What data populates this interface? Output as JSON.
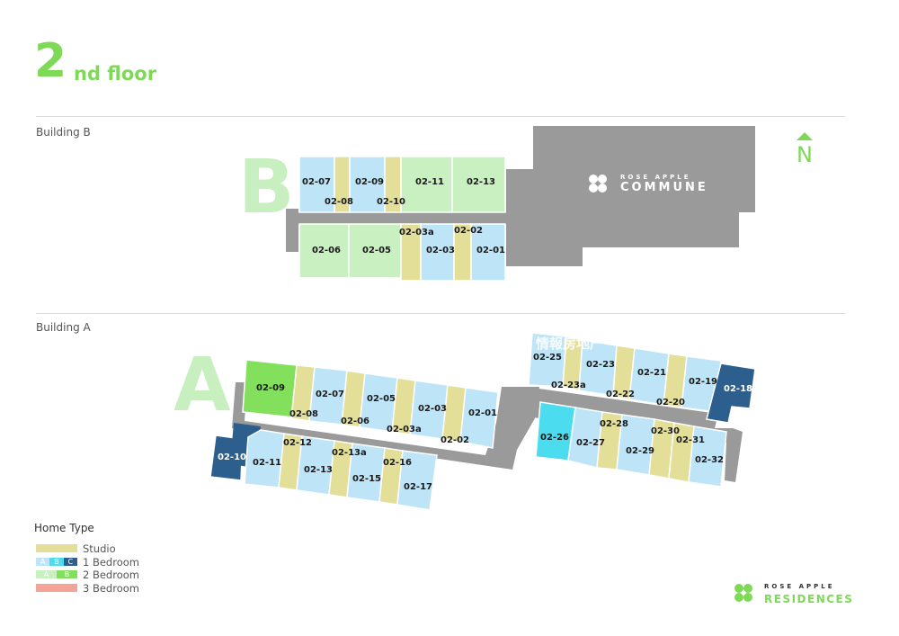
{
  "title": {
    "number": "2",
    "suffix": "nd floor"
  },
  "compass": "N",
  "building_b": {
    "label": "Building B",
    "letter": "B"
  },
  "building_a": {
    "label": "Building A",
    "letter": "A"
  },
  "commune": {
    "brand_top": "ROSE APPLE",
    "brand_main": "COMMUNE"
  },
  "watermark": "情報房地产",
  "colors": {
    "studio": "#e3df98",
    "one_bed_a": "#bde4f7",
    "one_bed_b": "#4bdcef",
    "one_bed_c": "#2c5f8d",
    "two_bed_a": "#c9f0c1",
    "two_bed_b": "#82e05c",
    "three_bed": "#f4a497",
    "corridor": "#9a9a9a",
    "accent": "#7ed957"
  },
  "units_b": {
    "u0207": "02-07",
    "u0208": "02-08",
    "u0209": "02-09",
    "u0210": "02-10",
    "u0211": "02-11",
    "u0213": "02-13",
    "u0206": "02-06",
    "u0205": "02-05",
    "u0203a": "02-03a",
    "u0203": "02-03",
    "u0202": "02-02",
    "u0201": "02-01"
  },
  "units_a": {
    "u0209": "02-09",
    "u0208": "02-08",
    "u0207": "02-07",
    "u0206": "02-06",
    "u0205": "02-05",
    "u0203a": "02-03a",
    "u0203": "02-03",
    "u0202": "02-02",
    "u0201": "02-01",
    "u0210": "02-10",
    "u0211": "02-11",
    "u0212": "02-12",
    "u0213": "02-13",
    "u0213a": "02-13a",
    "u0215": "02-15",
    "u0216": "02-16",
    "u0217": "02-17",
    "u0225": "02-25",
    "u0223a": "02-23a",
    "u0223": "02-23",
    "u0222": "02-22",
    "u0221": "02-21",
    "u0220": "02-20",
    "u0219": "02-19",
    "u0218": "02-18",
    "u0226": "02-26",
    "u0227": "02-27",
    "u0228": "02-28",
    "u0229": "02-29",
    "u0230": "02-30",
    "u0231": "02-31",
    "u0232": "02-32"
  },
  "legend": {
    "title": "Home Type",
    "studio": "Studio",
    "one_bed": "1 Bedroom",
    "two_bed": "2 Bedroom",
    "three_bed": "3 Bedroom",
    "letter_a": "A",
    "letter_b": "B",
    "letter_c": "C"
  },
  "residences": {
    "brand_top": "ROSE APPLE",
    "brand_main": "RESIDENCES"
  }
}
